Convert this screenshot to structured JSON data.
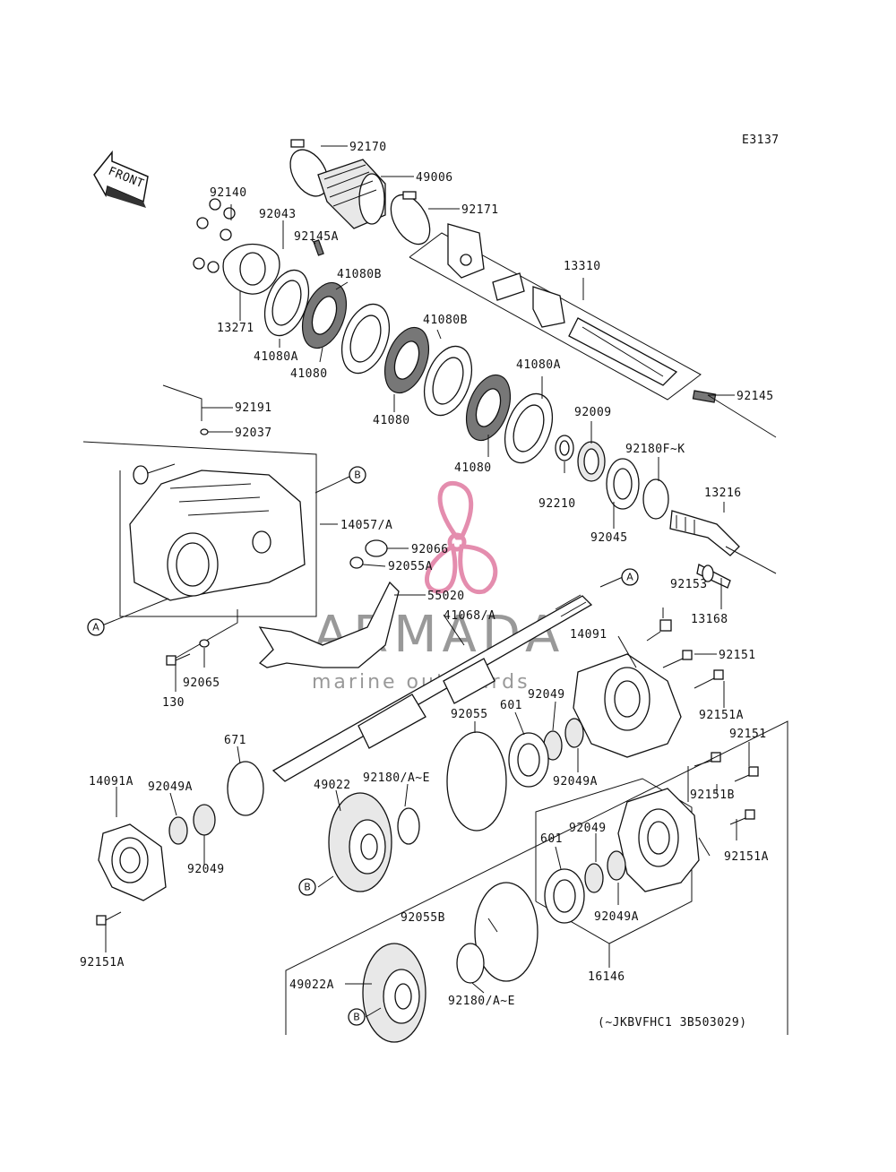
{
  "diagram_code": "E3137",
  "front_label": "FRONT",
  "ref_labels": {
    "A": "A",
    "B": "B"
  },
  "serial_note": "(~JKBVFHC1 3B503029)",
  "watermark": {
    "brand": "ARMADA",
    "tagline": "marine outboards",
    "color": "#e07aa0"
  },
  "parts": {
    "p92170": "92170",
    "p49006": "49006",
    "p92171": "92171",
    "p92140": "92140",
    "p92043": "92043",
    "p92145A": "92145A",
    "p13310": "13310",
    "p41080B_1": "41080B",
    "p41080B_2": "41080B",
    "p13271": "13271",
    "p41080A_1": "41080A",
    "p41080_1": "41080",
    "p41080A_2": "41080A",
    "p41080_2": "41080",
    "p92145": "92145",
    "p92191": "92191",
    "p92037": "92037",
    "p92009": "92009",
    "p92180FK": "92180F~K",
    "p41080_3": "41080",
    "p13216": "13216",
    "p92210": "92210",
    "p14057A": "14057/A",
    "p92066": "92066",
    "p92055A": "92055A",
    "p92045": "92045",
    "p55020": "55020",
    "p41068A": "41068/A",
    "p92153": "92153",
    "p13168": "13168",
    "p14091": "14091",
    "p92151_1": "92151",
    "p92065": "92065",
    "p130": "130",
    "p92049_1": "92049",
    "p601_1": "601",
    "p92055": "92055",
    "p92151A_1": "92151A",
    "p671": "671",
    "p92151_2": "92151",
    "p92049A_1": "92049A",
    "p92180AE_1": "92180/A~E",
    "p14091A": "14091A",
    "p92049A_2": "92049A",
    "p49022": "49022",
    "p92151B": "92151B",
    "p601_2": "601",
    "p92049_2": "92049",
    "p92049_3": "92049",
    "p92151A_2": "92151A",
    "p92049A_3": "92049A",
    "p92055B": "92055B",
    "p92151A_3": "92151A",
    "p16146": "16146",
    "p49022A": "49022A",
    "p92180AE_2": "92180/A~E"
  }
}
